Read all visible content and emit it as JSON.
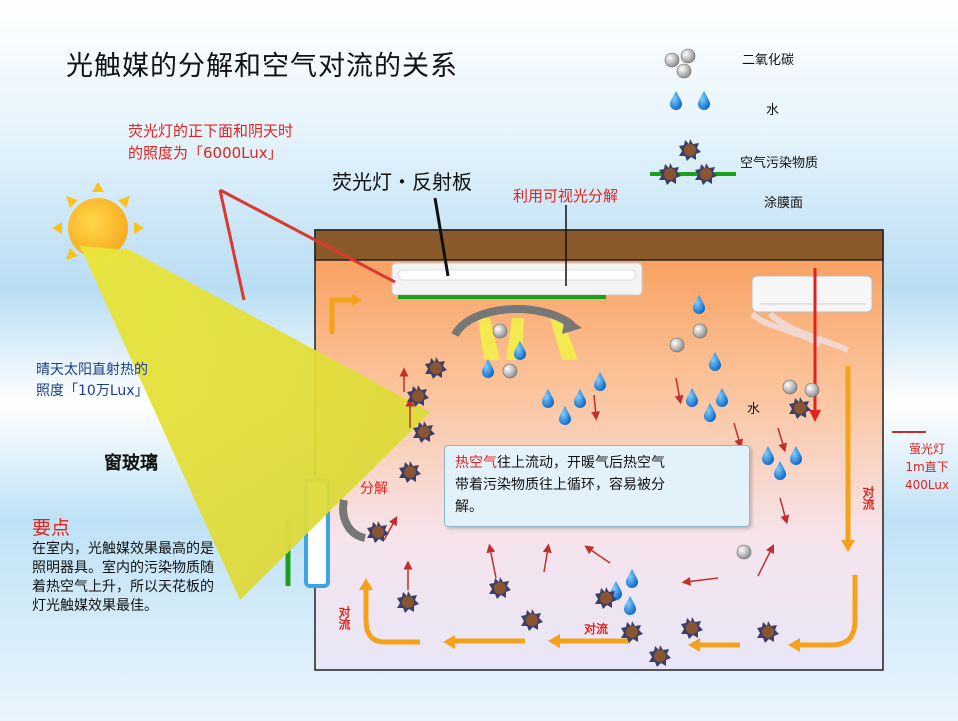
{
  "title": "光触媒的分解和空气对流的关系",
  "red_note": {
    "line1": "荧光灯的正下面和阴天时",
    "line2": "的照度为「6000Lux」"
  },
  "lamp_label": "荧光灯・反射板",
  "visible_light_label": "利用可视光分解",
  "legend": {
    "co2": "二氧化碳",
    "water": "水",
    "pollutant": "空气污染物质",
    "coating": "涂膜面"
  },
  "sun_label": {
    "line1": "晴天太阳直射热的",
    "line2": "照度「10万Lux」"
  },
  "glass_label": "窗玻璃",
  "key_point": {
    "title": "要点",
    "line1": "在室内，光触媒效果最高的是",
    "line2": "照明器具。室内的污染物质随",
    "line3": "着热空气上升，所以天花板的",
    "line4": "灯光触媒效果最佳。"
  },
  "callout": {
    "highlight": "热空气",
    "rest1": "往上流动，开暖气后热空气",
    "line2": "带着污染物质往上循环，容易被分",
    "line3": "解。"
  },
  "decompose_label": "分解",
  "water_room_label": "水",
  "convection_label": "对流",
  "fluor_label": {
    "line1": "萤光灯",
    "line2": "1m直下",
    "line3": "400Lux"
  },
  "colors": {
    "red": "#e0231f",
    "orange": "#f5a21b",
    "ceiling": "#8b5a2b",
    "green": "#1aa01a",
    "room_top": "#f79a55"
  }
}
